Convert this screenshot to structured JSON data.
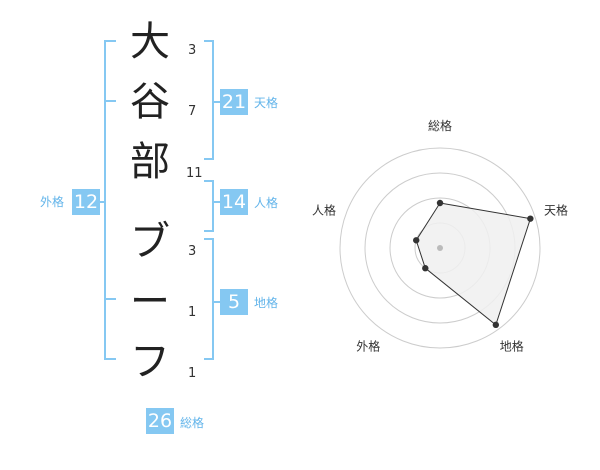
{
  "name_chars": [
    "大",
    "谷",
    "部",
    "ブ",
    "ー",
    "フ"
  ],
  "stroke_counts": [
    "3",
    "7",
    "11",
    "3",
    "1",
    "1"
  ],
  "fortunes": {
    "tenkaku": {
      "label": "天格",
      "value": "21"
    },
    "jinkaku": {
      "label": "人格",
      "value": "14"
    },
    "chikaku": {
      "label": "地格",
      "value": "5"
    },
    "gaikaku": {
      "label": "外格",
      "value": "12"
    },
    "soukaku": {
      "label": "総格",
      "value": "26"
    }
  },
  "radar": {
    "axes": [
      "総格",
      "天格",
      "地格",
      "外格",
      "人格"
    ],
    "levels": [
      0.45,
      0.95,
      0.95,
      0.25,
      0.25
    ],
    "colors": {
      "ring": "#cccccc",
      "fill": "#f0f0f0",
      "line": "#333333",
      "center": "#bbbbbb"
    }
  },
  "colors": {
    "accent": "#85c8f2",
    "accent_text": "#62b4ea"
  }
}
